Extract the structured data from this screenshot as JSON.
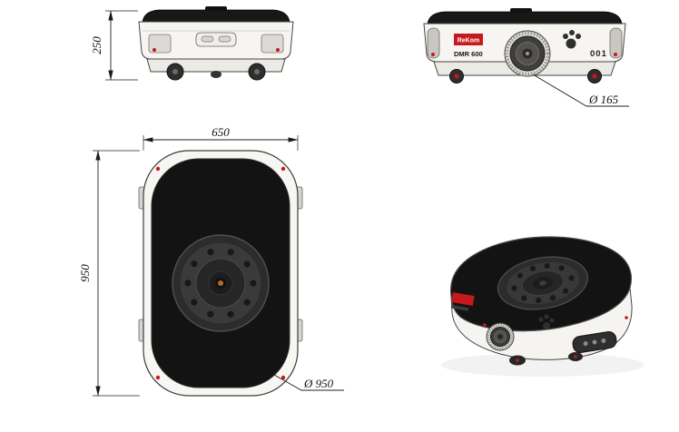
{
  "dims": {
    "side_height": "250",
    "plan_width": "650",
    "plan_length": "950",
    "plan_diameter": "Ø 950",
    "wheel_diameter": "Ø 165"
  },
  "front": {
    "logo": "ReKom",
    "model": "DMR 600",
    "badge": "001"
  },
  "colors": {
    "background": "#ffffff",
    "body": "#f6f5f2",
    "top_plate": "#141414",
    "accent_red": "#c5191d",
    "dimension_line": "#1a1a1a"
  }
}
